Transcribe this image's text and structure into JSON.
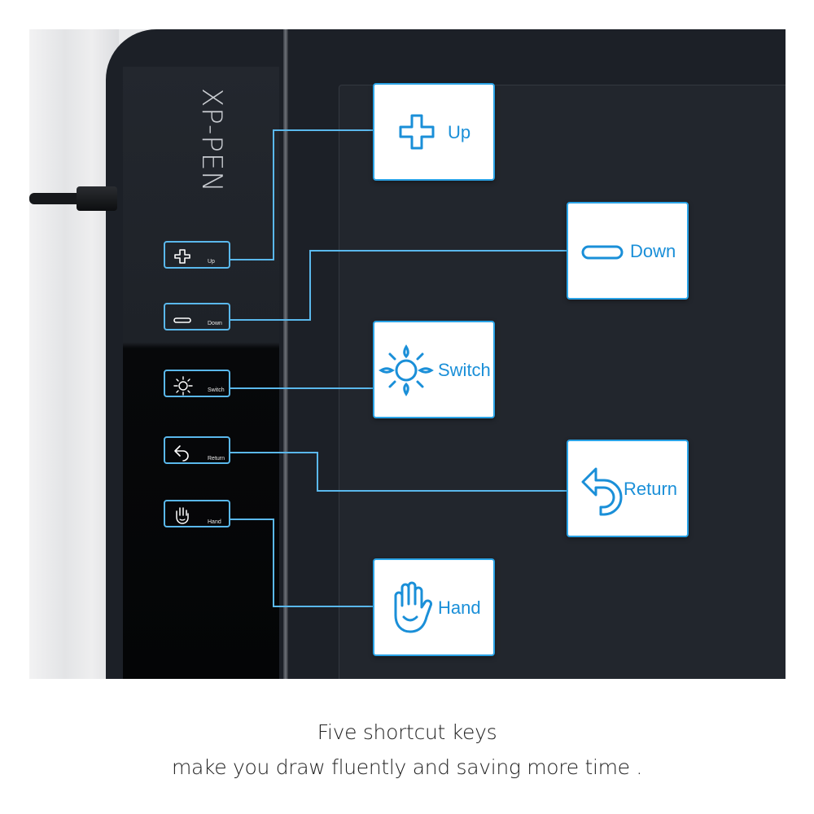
{
  "brand": {
    "logo_text": "XP-PEN"
  },
  "keys": [
    {
      "id": "up",
      "label": "Up",
      "icon": "plus-icon"
    },
    {
      "id": "down",
      "label": "Down",
      "icon": "minus-icon"
    },
    {
      "id": "switch",
      "label": "Switch",
      "icon": "sun-icon"
    },
    {
      "id": "return",
      "label": "Return",
      "icon": "undo-arrow-icon"
    },
    {
      "id": "hand",
      "label": "Hand",
      "icon": "hand-icon"
    }
  ],
  "caption": {
    "line1": "Five shortcut keys",
    "line2": "make you draw fluently and saving more time ."
  },
  "colors": {
    "accent": "#1a8fd8",
    "tablet": "#1c2027",
    "background": "#e9eaec"
  }
}
